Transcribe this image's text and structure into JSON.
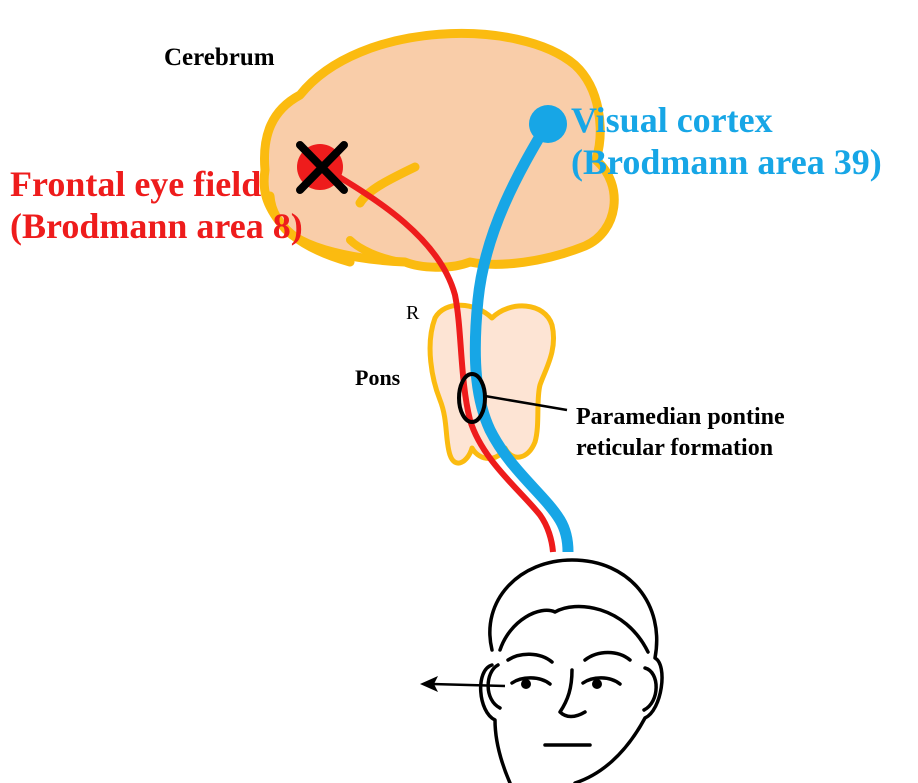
{
  "labels": {
    "cerebrum": "Cerebrum",
    "frontal_eye_field": "Frontal eye field",
    "frontal_area": "(Brodmann area 8)",
    "visual_cortex": "Visual cortex",
    "visual_area": "(Brodmann area 39)",
    "side_marker": "R",
    "pons": "Pons",
    "pprf_line1": "Paramedian pontine",
    "pprf_line2": "reticular formation"
  },
  "colors": {
    "brain_fill": "#f9cda9",
    "brain_outline": "#fbbb10",
    "pons_fill": "#fde4d4",
    "frontal_pathway": "#ee1c1c",
    "visual_pathway": "#17a6e6",
    "ink": "#000000"
  }
}
